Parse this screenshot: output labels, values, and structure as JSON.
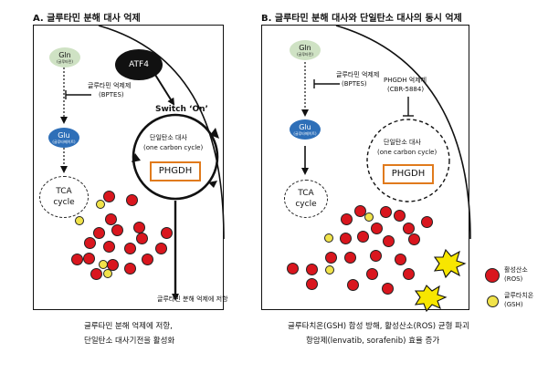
{
  "panel_a": {
    "title": "A. 글루타민 분해 대사 억제",
    "gln": {
      "main": "Gln",
      "sub": "(글루타민)"
    },
    "glu": {
      "main": "Glu",
      "sub": "(글루타메이트)"
    },
    "atf4": "ATF4",
    "inhibitor_label": "글루타민 억제제",
    "inhibitor_name": "(BPTES)",
    "switch_on": "Switch ‘On’",
    "one_carbon_ko": "단일탄소 대사",
    "one_carbon_en": "(one carbon cycle)",
    "phgdh": "PHGDH",
    "tca_line1": "TCA",
    "tca_line2": "cycle",
    "resistance": "글루타민 분해 억제에 저항",
    "caption_line1": "글루타민 분해 억제에 저항,",
    "caption_line2": "단일탄소 대사기전을 활성화"
  },
  "panel_b": {
    "title": "B. 글루타민 분해 대사와 단일탄소 대사의 동시 억제",
    "gln": {
      "main": "Gln",
      "sub": "(글루타민)"
    },
    "glu": {
      "main": "Glu",
      "sub": "(글루타메이트)"
    },
    "inhibitor1_label": "글루타민 억제제",
    "inhibitor1_name": "(BPTES)",
    "inhibitor2_label": "PHGDH 억제제",
    "inhibitor2_name": "(CBR-5884)",
    "one_carbon_ko": "단일탄소 대사",
    "one_carbon_en": "(one carbon cycle)",
    "phgdh": "PHGDH",
    "tca_line1": "TCA",
    "tca_line2": "cycle",
    "caption_line1": "글루타치온(GSH) 합성 방해, 활성산소(ROS) 균형 파괴",
    "caption_line2": "항암제(lenvatib, sorafenib) 효율 증가"
  },
  "legend": {
    "ros_line1": "활성산소",
    "ros_line2": "(ROS)",
    "gsh_line1": "글루타치온",
    "gsh_line2": "(GSH)"
  },
  "colors": {
    "ros": "#d9161e",
    "gsh": "#f1e34a",
    "gln_fill": "#cfe2c4",
    "glu_fill": "#2e6fb8",
    "phgdh_border": "#e07a1c",
    "burst": "#f7e600"
  }
}
